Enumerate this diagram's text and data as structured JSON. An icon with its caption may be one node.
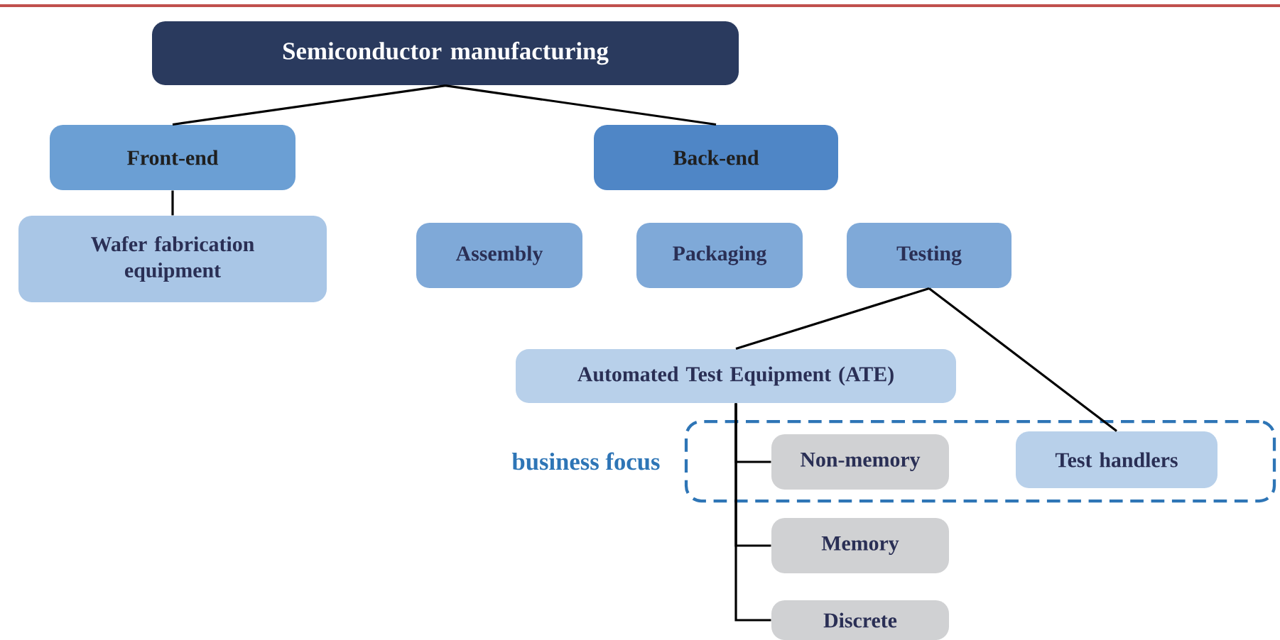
{
  "diagram": {
    "nodes": [
      {
        "text": [
          "Semiconductor manufacturing"
        ]
      },
      {
        "text": [
          "Front-end"
        ]
      },
      {
        "text": [
          "Back-end"
        ]
      },
      {
        "text": [
          "Wafer fabrication equipment"
        ]
      },
      {
        "text": [
          "Assembly"
        ]
      },
      {
        "text": [
          "Packaging"
        ]
      },
      {
        "text": [
          "Testing"
        ]
      },
      {
        "text": [
          "Automated Test Equipment (ATE)"
        ]
      },
      {
        "text": [],
        "shape": "box",
        "beside": [
          "business focus"
        ]
      },
      {
        "text": [
          "Non-memory"
        ],
        "in": 8
      },
      {
        "text": [
          "Test handlers"
        ],
        "in": 8
      },
      {
        "text": [
          "Memory"
        ]
      },
      {
        "text": [
          "Discrete"
        ]
      }
    ],
    "edges": [
      {
        "from": 0,
        "to": 1,
        "arrow": "none"
      },
      {
        "from": 0,
        "to": 2,
        "arrow": "none"
      },
      {
        "from": 1,
        "to": 3,
        "arrow": "none"
      },
      {
        "from": 6,
        "to": 7,
        "arrow": "none"
      },
      {
        "from": 6,
        "to": 10,
        "arrow": "none"
      },
      {
        "from": 7,
        "to": 9,
        "arrow": "none"
      },
      {
        "from": 7,
        "to": 11,
        "arrow": "none"
      },
      {
        "from": 7,
        "to": 12,
        "arrow": "none"
      }
    ]
  }
}
